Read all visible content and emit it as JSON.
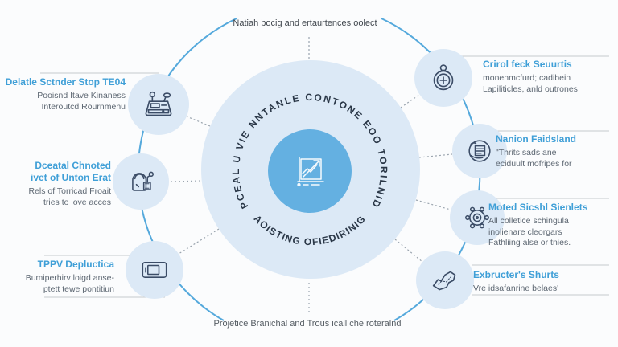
{
  "colors": {
    "accent_title_blue": "#3f9fd7",
    "ring_blue": "#55a9dc",
    "center_circle_fill": "#64b0e1",
    "halo_fill": "#dce9f6",
    "arc_text_color": "#2a3747",
    "body_text": "#5d6772",
    "rule_gray": "#c6cacd"
  },
  "top_caption": "Natiah bocig and ertaurtences oolect",
  "bottom_caption": "Projetice Branichal and Trous icall che roteralnd",
  "center": {
    "icon": "line-chart-arrow",
    "arc_top": "PCEAL U VIE NNTANLE CONTONE EOO TORILNID",
    "arc_bottom": "AOISTING OFIEDIRINIG"
  },
  "left_items": [
    {
      "icon": "cash-register",
      "title_lines": [
        "Delatle Sctnder Stop TE04"
      ],
      "body_lines": [
        "Pooisnd Itave Kinaness",
        "Interoutcd Rournmenu"
      ]
    },
    {
      "icon": "kettle-machine",
      "title_lines": [
        "Dceatal Chnoted",
        "ivet of Unton Erat"
      ],
      "body_lines": [
        "Rels of Torricad Froait",
        "tries to love acces"
      ]
    },
    {
      "icon": "tablet-card",
      "title_lines": [
        "TPPV Depluctica"
      ],
      "body_lines": [
        "Bumiperhirv loigd anse-",
        "ptett tewe pontitiun"
      ]
    }
  ],
  "right_items": [
    {
      "icon": "badge-emblem",
      "title_lines": [
        "Crirol feck Seuurtis"
      ],
      "body_lines": [
        "monenmcfurd; cadibein",
        "Lapiliticles, anld outrones"
      ]
    },
    {
      "icon": "globe-industry",
      "title_lines": [
        "Nanion Faidsland"
      ],
      "body_lines": [
        "\"Thrits sads ane",
        "eciduult mofripes for"
      ]
    },
    {
      "icon": "gear",
      "title_lines": [
        "Moted Sicshl Sienlets"
      ],
      "body_lines": [
        "All colletice schingula",
        "inolienare cleorgars",
        "Fathliing alse or tnies."
      ]
    },
    {
      "icon": "map-region",
      "title_lines": [
        "Exbructer's Shurts"
      ],
      "body_lines": [
        "Vre idsafanrine belaes'"
      ]
    }
  ]
}
